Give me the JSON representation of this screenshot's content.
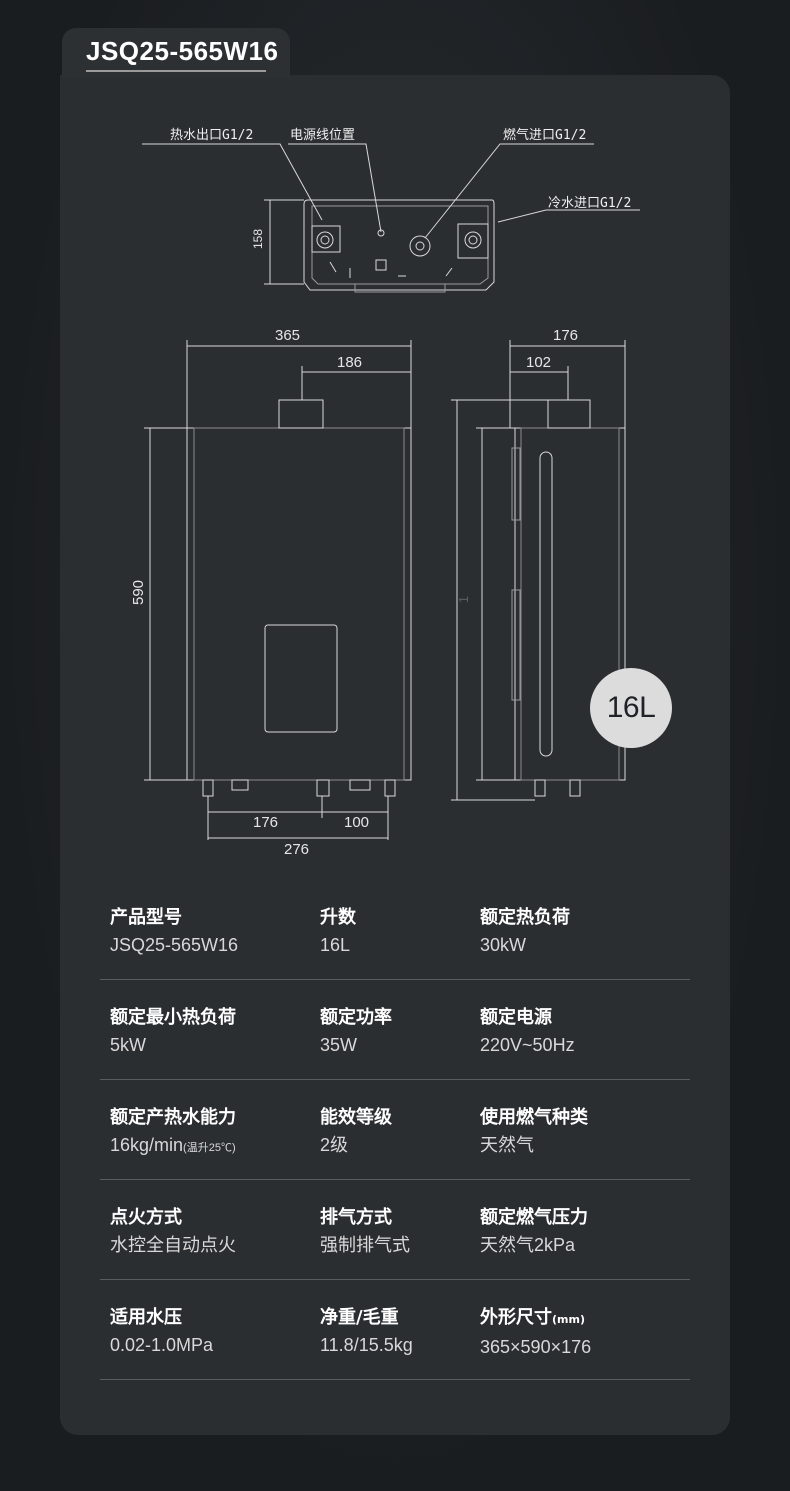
{
  "model": "JSQ25-565W16",
  "bottom_view_labels": {
    "hot_water_outlet": "热水出口G1/2",
    "power_cord": "电源线位置",
    "gas_inlet": "燃气进口G1/2",
    "cold_water_inlet": "冷水进口G1/2",
    "depth": "158"
  },
  "dimensions": {
    "width": "365",
    "flue_offset": "186",
    "height": "590",
    "pipe_a": "176",
    "pipe_b": "100",
    "pipe_total": "276",
    "side_depth": "176",
    "side_flue": "102",
    "side_height": "1"
  },
  "badge": "16L",
  "specs": [
    [
      {
        "label": "产品型号",
        "value": "JSQ25-565W16"
      },
      {
        "label": "升数",
        "value": "16L"
      },
      {
        "label": "额定热负荷",
        "value": "30kW"
      }
    ],
    [
      {
        "label": "额定最小热负荷",
        "value": "5kW"
      },
      {
        "label": "额定功率",
        "value": "35W"
      },
      {
        "label": "额定电源",
        "value": "220V~50Hz"
      }
    ],
    [
      {
        "label": "额定产热水能力",
        "value": "16kg/min",
        "value_note": "(温升25℃)"
      },
      {
        "label": "能效等级",
        "value": "2级"
      },
      {
        "label": "使用燃气种类",
        "value": "天然气"
      }
    ],
    [
      {
        "label": "点火方式",
        "value": "水控全自动点火"
      },
      {
        "label": "排气方式",
        "value": "强制排气式"
      },
      {
        "label": "额定燃气压力",
        "value": "天然气2kPa"
      }
    ],
    [
      {
        "label": "适用水压",
        "value": "0.02-1.0MPa"
      },
      {
        "label": "净重/毛重",
        "value": "11.8/15.5kg"
      },
      {
        "label": "外形尺寸",
        "label_note": "(mm)",
        "value": "365×590×176"
      }
    ]
  ]
}
